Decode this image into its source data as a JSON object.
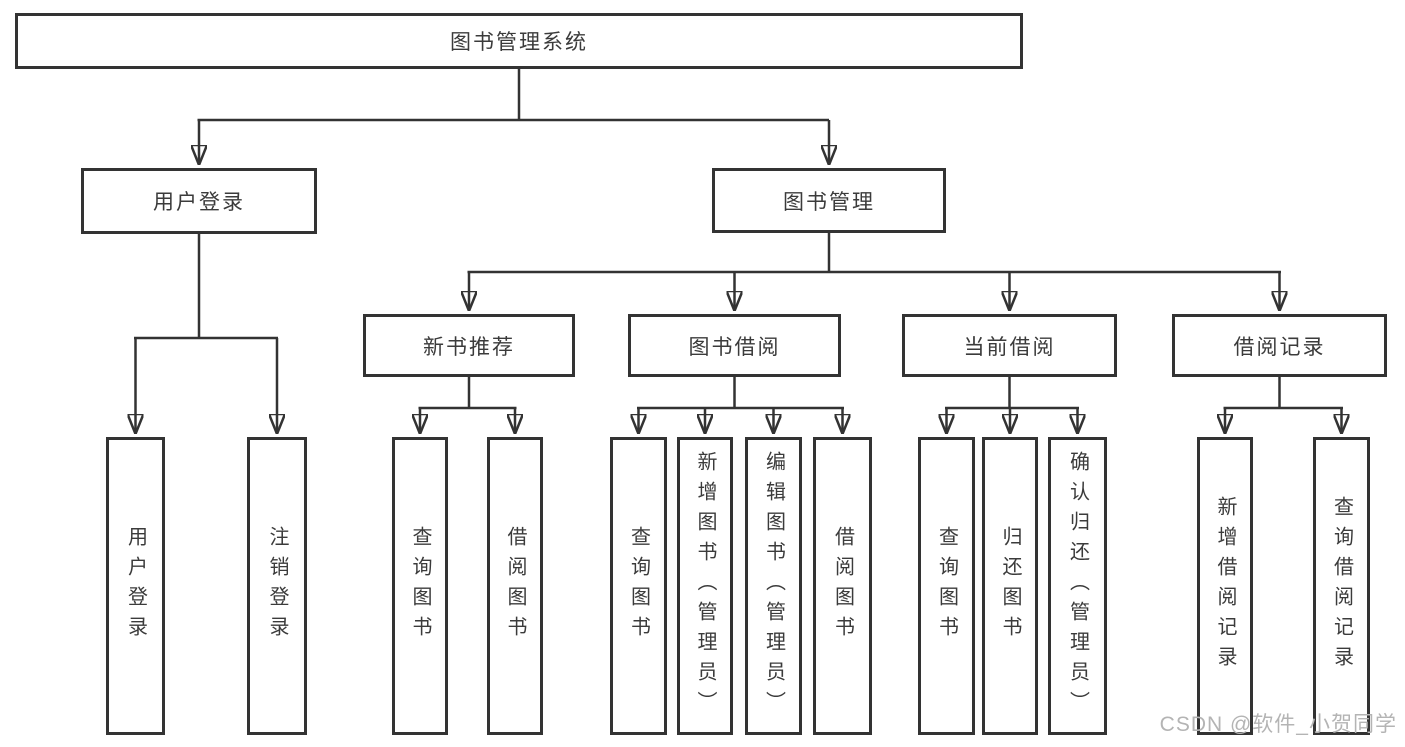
{
  "diagram": {
    "root": {
      "label": "图书管理系统"
    },
    "level2": [
      {
        "label": "用户登录",
        "children": [
          {
            "label": "用户登录"
          },
          {
            "label": "注销登录"
          }
        ]
      },
      {
        "label": "图书管理",
        "children": [
          {
            "label": "新书推荐",
            "children": [
              {
                "label": "查询图书"
              },
              {
                "label": "借阅图书"
              }
            ]
          },
          {
            "label": "图书借阅",
            "children": [
              {
                "label": "查询图书"
              },
              {
                "label": "新增图书（管理员）"
              },
              {
                "label": "编辑图书（管理员）"
              },
              {
                "label": "借阅图书"
              }
            ]
          },
          {
            "label": "当前借阅",
            "children": [
              {
                "label": "查询图书"
              },
              {
                "label": "归还图书"
              },
              {
                "label": "确认归还（管理员）"
              }
            ]
          },
          {
            "label": "借阅记录",
            "children": [
              {
                "label": "新增借阅记录"
              },
              {
                "label": "查询借阅记录"
              }
            ]
          }
        ]
      }
    ]
  },
  "watermark": {
    "text": "CSDN @软件_小贺同学"
  },
  "colors": {
    "line": "#333333",
    "box_border": "#333333",
    "box_fill": "#ffffff",
    "text": "#3b3b3b",
    "watermark": "#b4b4b4"
  }
}
